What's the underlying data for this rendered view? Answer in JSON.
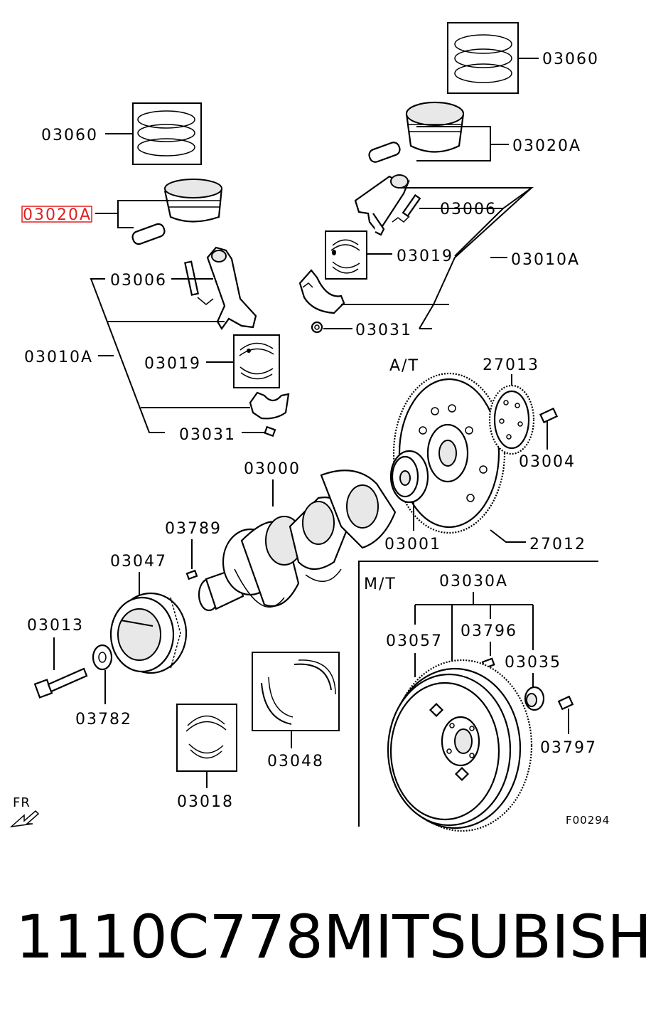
{
  "labels": {
    "rings_top_right": "03060",
    "piston_right": "03020A",
    "bolt_right": "03006",
    "conrod_assy_right": "03010A",
    "bearing_right": "03019",
    "cap_right": "03031",
    "rings_top_left": "03060",
    "piston_left": "03020A",
    "bolt_left": "03006",
    "conrod_assy_left": "03010A",
    "bearing_left": "03019",
    "cap_left": "03031",
    "at": "A/T",
    "adapter_plate": "27013",
    "flywheel_bolt": "03004",
    "crankshaft": "03000",
    "key": "03789",
    "damper": "03047",
    "adapter": "03001",
    "drive_plate": "27012",
    "mt": "M/T",
    "flywheel_assy": "03030A",
    "crank_bolt": "03013",
    "washer": "03782",
    "flywheel": "03057",
    "pin": "03796",
    "pilot_bearing": "03035",
    "flywheel_bolt_mt": "03797",
    "thrust_bearing": "03048",
    "main_bearing": "03018",
    "fr": "FR",
    "figure_code": "F00294"
  },
  "caption": {
    "part_number": "1110C778",
    "brand": "MITSUBISHI"
  },
  "highlight_color": "#e02020"
}
